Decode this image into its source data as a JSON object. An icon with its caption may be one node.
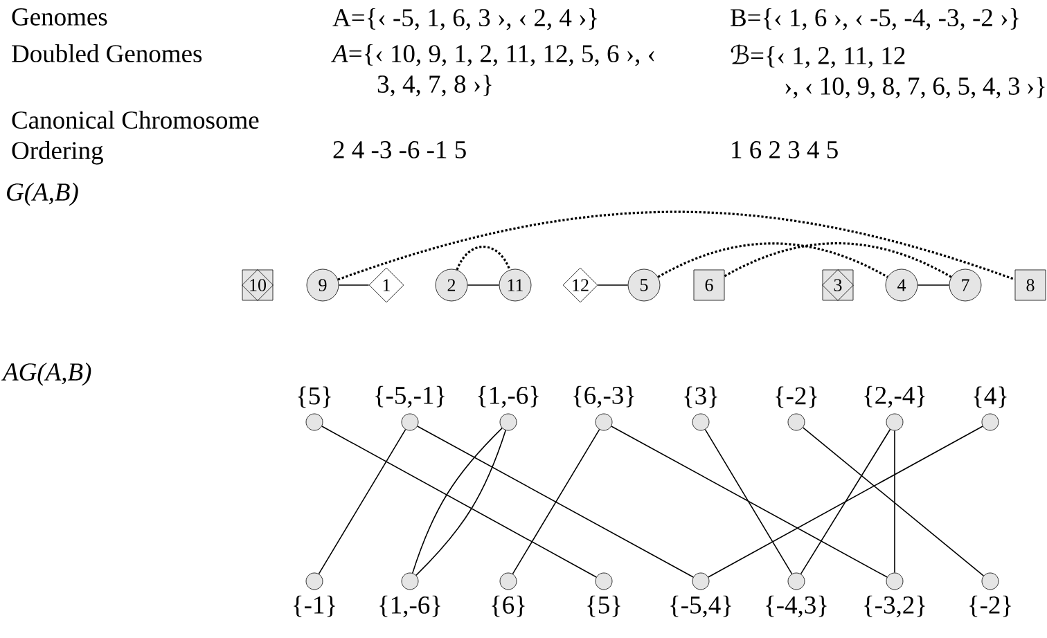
{
  "diagram": {
    "nodes": [
      {
        "text": [
          "10"
        ]
      },
      {
        "text": [
          "9"
        ]
      },
      {
        "text": [
          "1"
        ]
      },
      {
        "text": [
          "2"
        ]
      },
      {
        "text": [
          "11"
        ]
      },
      {
        "text": [
          "12"
        ]
      },
      {
        "text": [
          "5"
        ]
      },
      {
        "text": [
          "6"
        ]
      },
      {
        "text": [
          "3"
        ]
      },
      {
        "text": [
          "4"
        ]
      },
      {
        "text": [
          "7"
        ]
      },
      {
        "text": [
          "8"
        ]
      },
      {
        "text": [
          "{5}"
        ]
      },
      {
        "text": [
          "{-5,-1}"
        ]
      },
      {
        "text": [
          "{1,-6}"
        ]
      },
      {
        "text": [
          "{6,-3}"
        ]
      },
      {
        "text": [
          "{3}"
        ]
      },
      {
        "text": [
          "{-2}"
        ]
      },
      {
        "text": [
          "{2,-4}"
        ]
      },
      {
        "text": [
          "{4}"
        ]
      },
      {
        "text": [
          "{-1}"
        ]
      },
      {
        "text": [
          "{1,-6}"
        ]
      },
      {
        "text": [
          "{6}"
        ]
      },
      {
        "text": [
          "{5}"
        ]
      },
      {
        "text": [
          "{-5,4}"
        ]
      },
      {
        "text": [
          "{-4,3}"
        ]
      },
      {
        "text": [
          "{-3,2}"
        ]
      },
      {
        "text": [
          "{-2}"
        ]
      }
    ],
    "edges": [
      {
        "from": 1,
        "to": 2,
        "arrow": "none"
      },
      {
        "from": 3,
        "to": 4,
        "arrow": "none"
      },
      {
        "from": 3,
        "to": 4,
        "arrow": "none",
        "style": "dashed"
      },
      {
        "from": 5,
        "to": 6,
        "arrow": "none"
      },
      {
        "from": 9,
        "to": 10,
        "arrow": "none"
      },
      {
        "from": 1,
        "to": 11,
        "arrow": "none",
        "style": "dashed"
      },
      {
        "from": 6,
        "to": 9,
        "arrow": "none",
        "style": "dashed"
      },
      {
        "from": 7,
        "to": 10,
        "arrow": "none",
        "style": "dashed"
      },
      {
        "from": 12,
        "to": 23,
        "arrow": "none"
      },
      {
        "from": 13,
        "to": 20,
        "arrow": "none"
      },
      {
        "from": 13,
        "to": 24,
        "arrow": "none"
      },
      {
        "from": 14,
        "to": 21,
        "arrow": "none"
      },
      {
        "from": 14,
        "to": 21,
        "arrow": "none"
      },
      {
        "from": 15,
        "to": 22,
        "arrow": "none"
      },
      {
        "from": 15,
        "to": 26,
        "arrow": "none"
      },
      {
        "from": 16,
        "to": 25,
        "arrow": "none"
      },
      {
        "from": 17,
        "to": 27,
        "arrow": "none"
      },
      {
        "from": 18,
        "to": 25,
        "arrow": "none"
      },
      {
        "from": 18,
        "to": 26,
        "arrow": "none"
      },
      {
        "from": 19,
        "to": 24,
        "arrow": "none"
      }
    ],
    "labels": [
      "Genomes",
      "A={‹ -5, 1, 6, 3 ›, ‹ 2, 4 ›}",
      "B={‹ 1, 6 ›, ‹ -5, -4, -3, -2 ›}",
      "Doubled Genomes",
      "*A*={‹ 10, 9, 1, 2, 11, 12, 5, 6 ›, ‹ 3, 4, 7, 8 ›}",
      "ℬ={‹ 1, 2, 11, 12 ›, ‹ 10, 9, 8, 7, 6, 5, 4, 3 ›}",
      "Canonical Chromosome Ordering",
      "2 4 -3 -6 -1 5",
      "1 6 2 3 4 5",
      "G(A,B)",
      "AG(A,B)"
    ]
  }
}
